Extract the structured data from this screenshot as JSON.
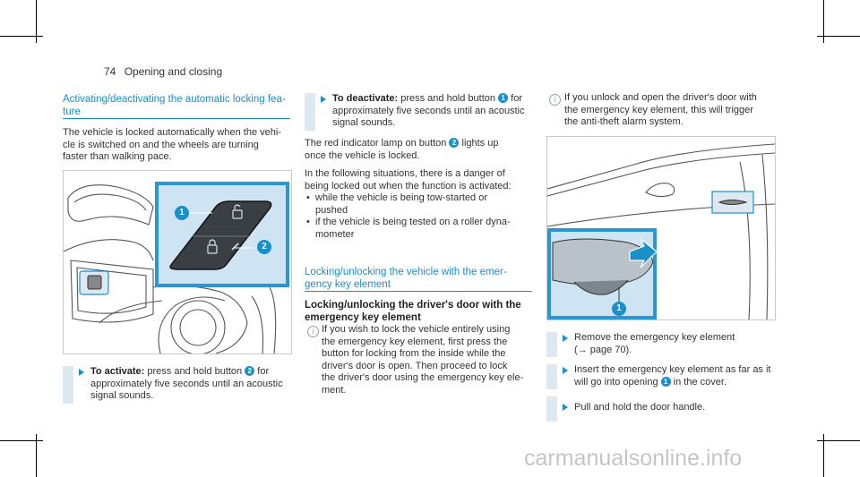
{
  "header": {
    "page_number": "74",
    "chapter": "Opening and closing"
  },
  "col1": {
    "section_title_l1": "Activating/deactivating the automatic locking fea-",
    "section_title_l2": "ture",
    "paragraph": [
      "The vehicle is locked automatically when the vehi-",
      "cle is switched on and the wheels are turning",
      "faster than walking pace."
    ],
    "step": {
      "label": "To activate:",
      "l1": " press and hold button ",
      "l1_end": " for",
      "button_num": "2",
      "l2": "approximately five seconds until an acoustic",
      "l3": "signal sounds."
    },
    "figure_callouts": [
      "1",
      "2"
    ]
  },
  "col2": {
    "step": {
      "label": "To deactivate:",
      "l1": " press and hold button ",
      "button_num": "1",
      "l1_end": " for",
      "l2": "approximately five seconds until an acoustic",
      "l3": "signal sounds."
    },
    "para1": [
      "The red indicator lamp on button ",
      " lights up",
      "once the vehicle is locked."
    ],
    "para1_num": "2",
    "para2": [
      "In the following situations, there is a danger of",
      "being locked out when the function is activated:"
    ],
    "bullets": [
      [
        "while the vehicle is being tow-started or",
        "pushed"
      ],
      [
        "if the vehicle is being tested on a roller dyna-",
        "mometer"
      ]
    ],
    "section_title_l1": "Locking/unlocking the vehicle with the emer-",
    "section_title_l2": "gency key element",
    "sub_title_l1": "Locking/unlocking the driver's door with the",
    "sub_title_l2": "emergency key element",
    "info": [
      "If you wish to lock the vehicle entirely using",
      "the emergency key element, first press the",
      "button for locking from the inside while the",
      "driver's door is open. Then proceed to lock",
      "the driver's door using the emergency key ele-",
      "ment."
    ]
  },
  "col3": {
    "info": [
      "If you unlock and open the driver's door with",
      "the emergency key element, this will trigger",
      "the anti-theft alarm system."
    ],
    "figure_callout": "1",
    "steps": [
      {
        "l1": "Remove the emergency key element",
        "l2": "(→ page 70)."
      },
      {
        "l1": "Insert the emergency key element as far as it",
        "l2a": "will go into opening ",
        "num": "1",
        "l2b": " in the cover."
      },
      {
        "l1": "Pull and hold the door handle."
      }
    ]
  },
  "icons": [
    "info-icon",
    "lock-icon",
    "unlock-icon",
    "step-arrow-icon"
  ],
  "colors": {
    "accent": "#1a8fc9",
    "step_bar": "#dde8f1"
  },
  "watermark": "carmanualsonline.info"
}
